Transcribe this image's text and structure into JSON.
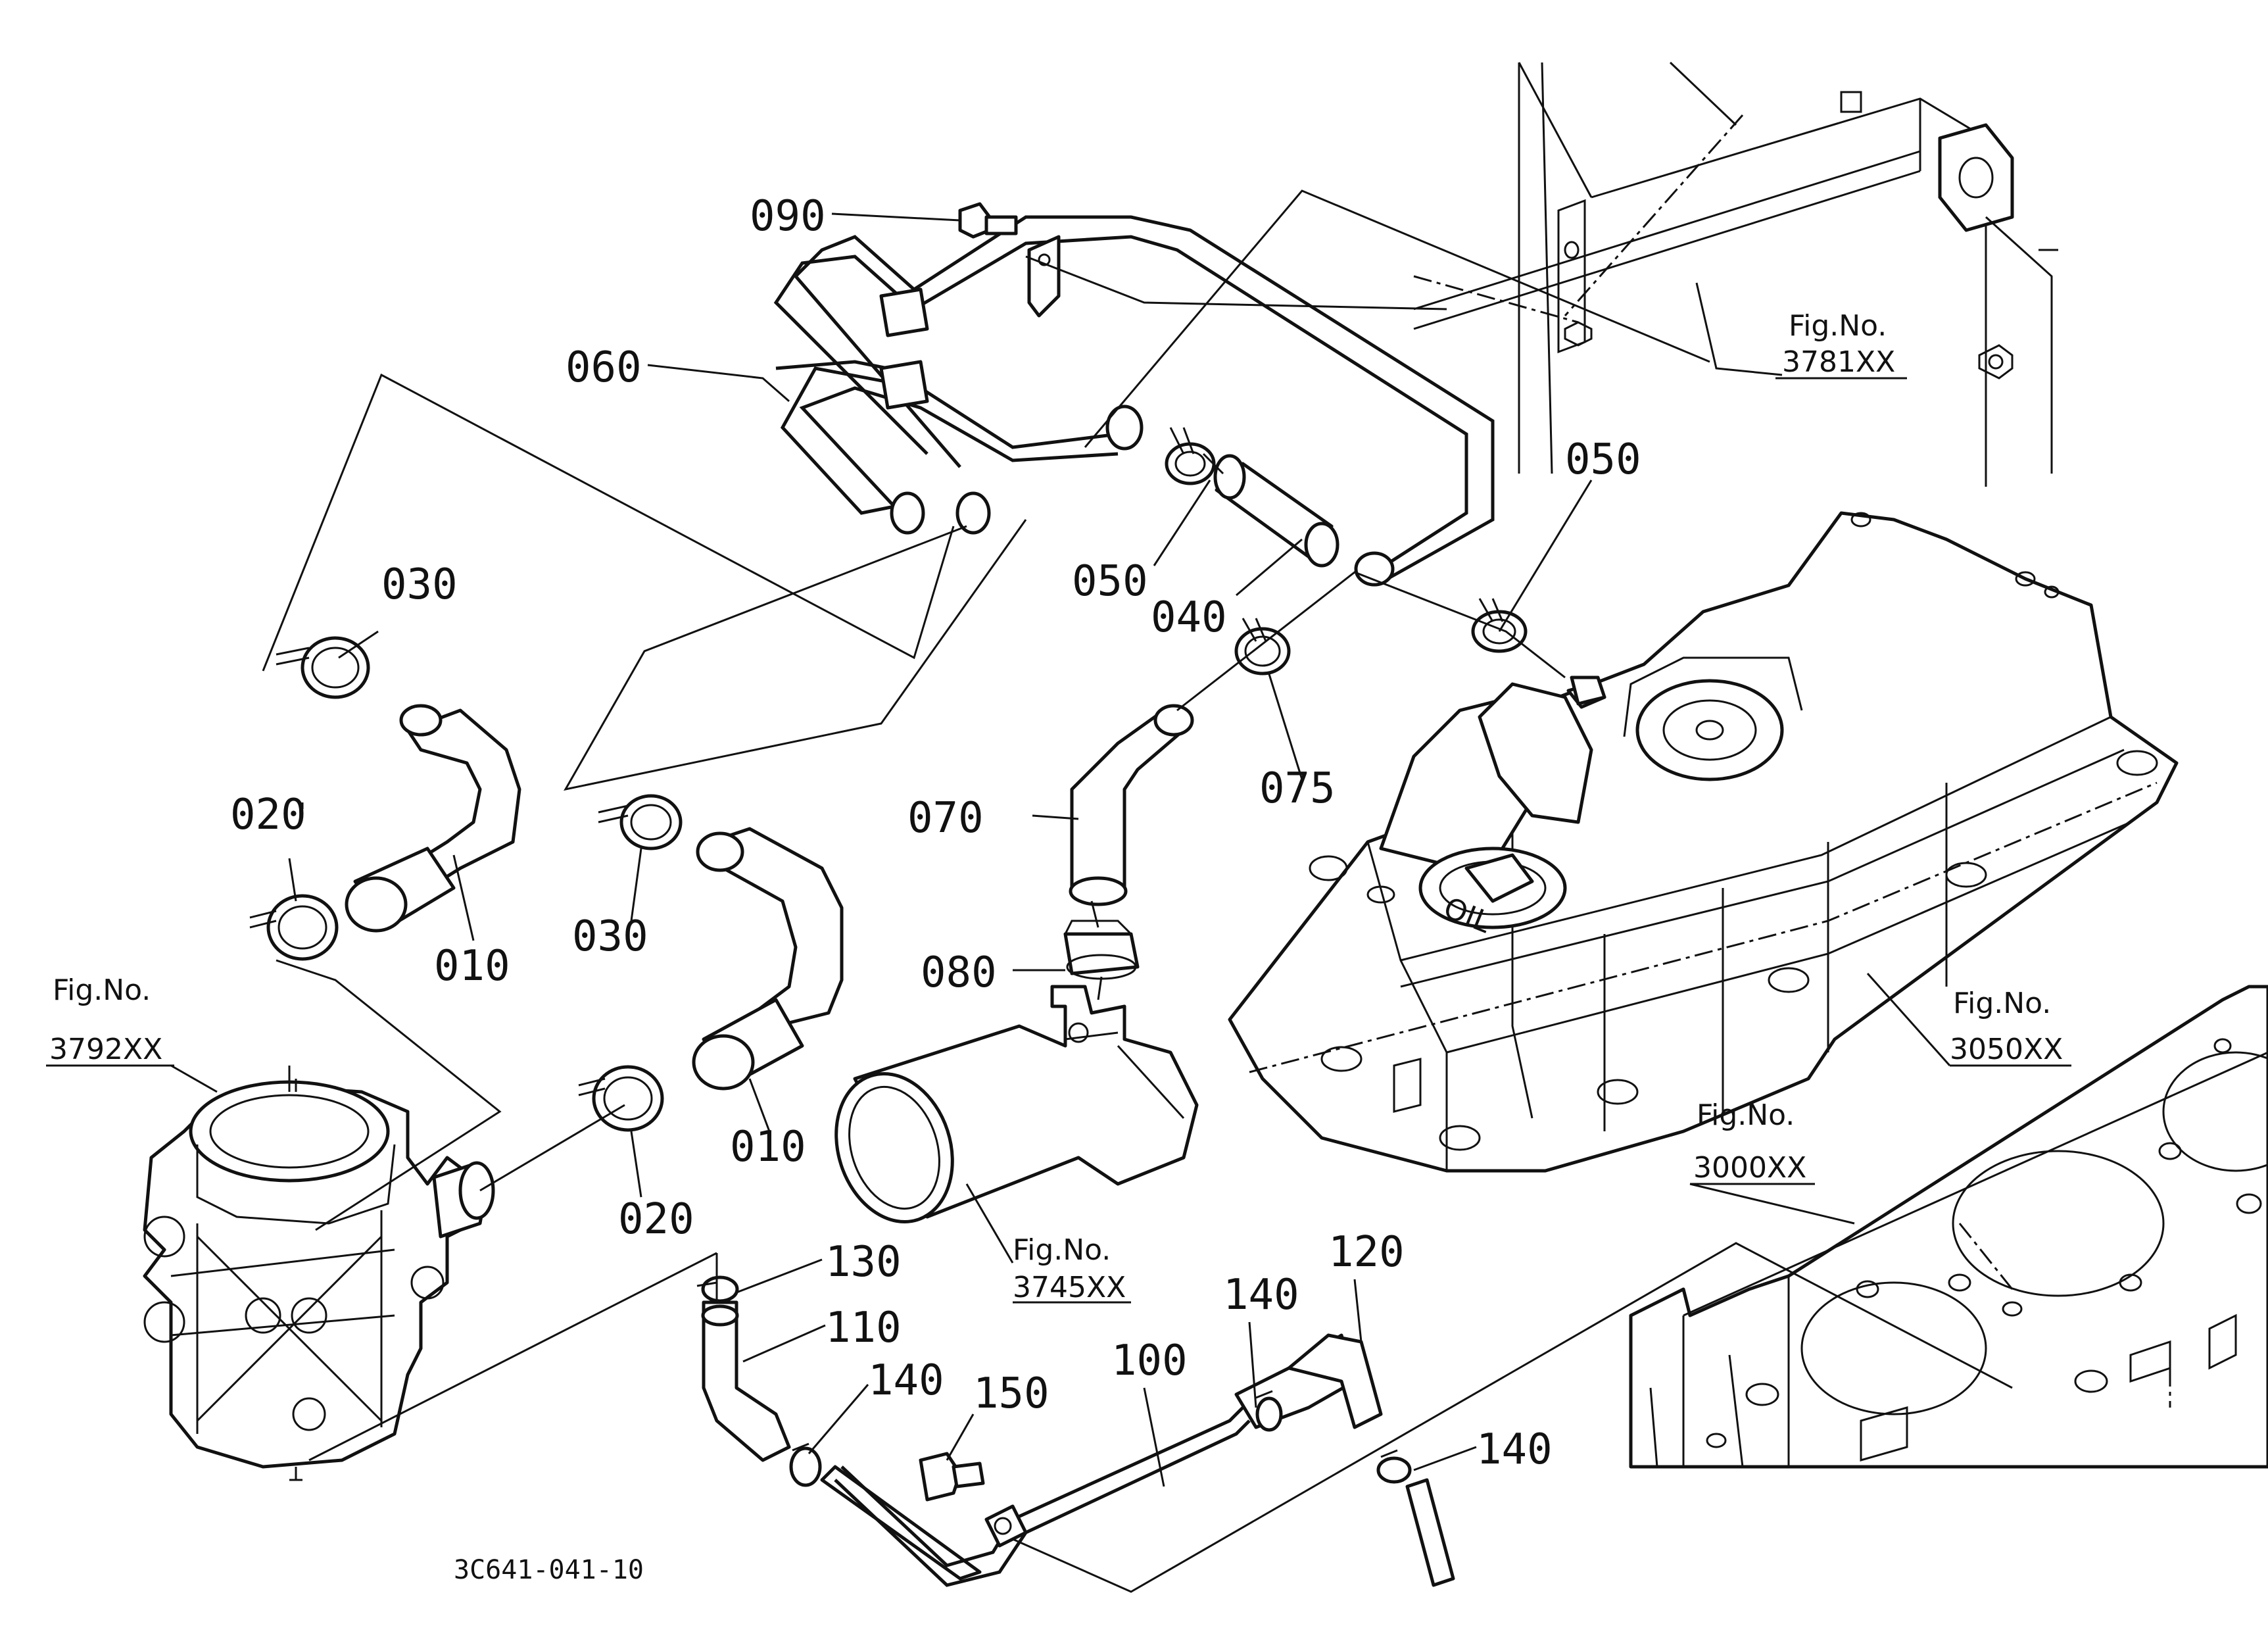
{
  "diagram": {
    "drawing_code": "3C641-041-10",
    "callouts": [
      {
        "id": "c090",
        "label": "090"
      },
      {
        "id": "c060",
        "label": "060"
      },
      {
        "id": "c050a",
        "label": "050"
      },
      {
        "id": "c050b",
        "label": "050"
      },
      {
        "id": "c040",
        "label": "040"
      },
      {
        "id": "c030a",
        "label": "030"
      },
      {
        "id": "c030b",
        "label": "030"
      },
      {
        "id": "c075",
        "label": "075"
      },
      {
        "id": "c070",
        "label": "070"
      },
      {
        "id": "c020a",
        "label": "020"
      },
      {
        "id": "c020b",
        "label": "020"
      },
      {
        "id": "c010a",
        "label": "010"
      },
      {
        "id": "c010b",
        "label": "010"
      },
      {
        "id": "c080",
        "label": "080"
      },
      {
        "id": "c130",
        "label": "130"
      },
      {
        "id": "c110",
        "label": "110"
      },
      {
        "id": "c140a",
        "label": "140"
      },
      {
        "id": "c140b",
        "label": "140"
      },
      {
        "id": "c140c",
        "label": "140"
      },
      {
        "id": "c150",
        "label": "150"
      },
      {
        "id": "c100",
        "label": "100"
      },
      {
        "id": "c120",
        "label": "120"
      }
    ],
    "figure_refs": [
      {
        "id": "r3781",
        "title": "Fig.No.",
        "number": "3781XX"
      },
      {
        "id": "r3792",
        "title": "Fig.No.",
        "number": "3792XX"
      },
      {
        "id": "r3050",
        "title": "Fig.No.",
        "number": "3050XX"
      },
      {
        "id": "r3000",
        "title": "Fig.No.",
        "number": "3000XX"
      },
      {
        "id": "r3745",
        "title": "Fig.No.",
        "number": "3745XX"
      }
    ],
    "cap_marking": "OIL"
  }
}
